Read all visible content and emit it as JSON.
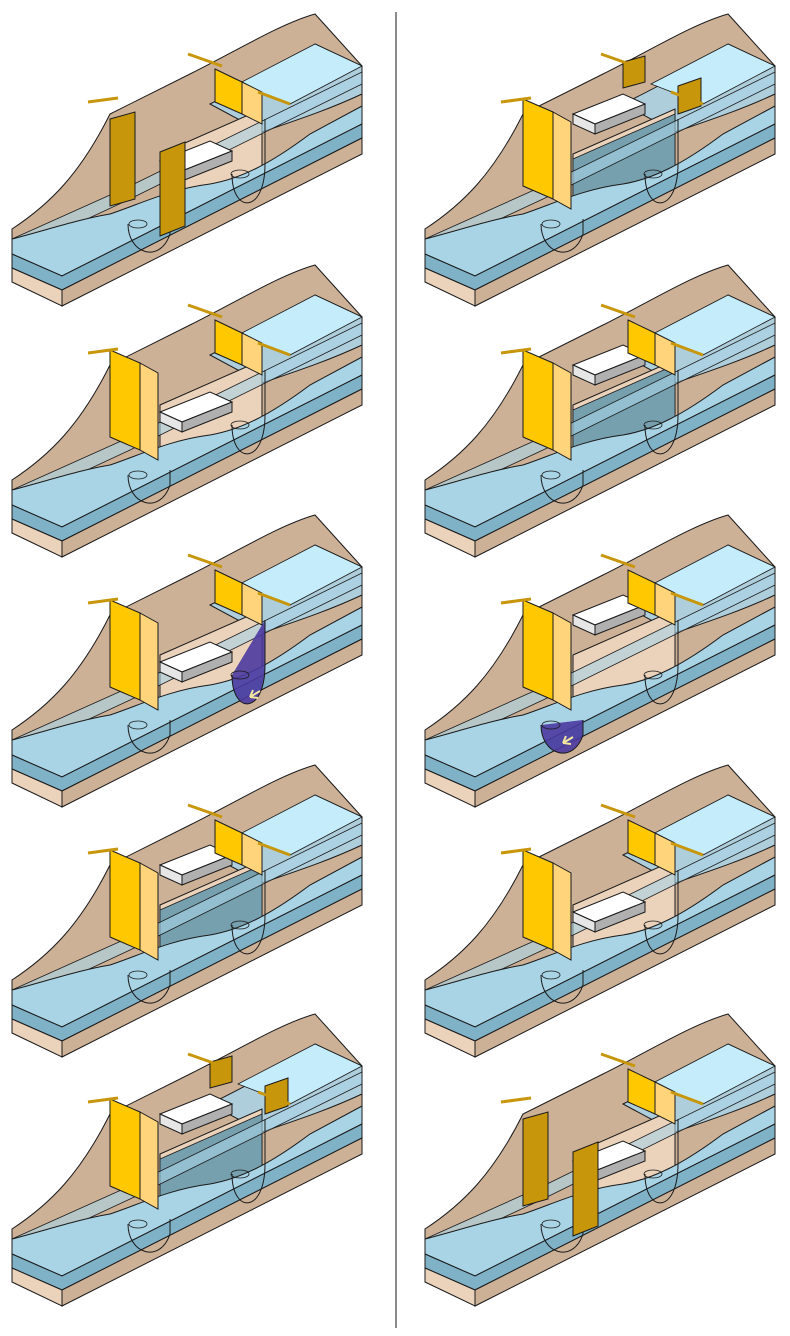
{
  "diagram": {
    "type": "lock-operation-sequence",
    "columns": 2,
    "panels_per_column": 5,
    "colors": {
      "earth": "#cdb197",
      "earth_front": "#ebd2bb",
      "water": "#a9d4e6",
      "water_top": "#c5ecfb",
      "chamber_water": "#6a9aae",
      "gate_front": "#ffc800",
      "gate_side": "#ffd47a",
      "gate_dark": "#c8960a",
      "boat": "#ffffff",
      "boat_side": "#b0b0b0",
      "valve_flow": "#4b3aa0",
      "outline": "#1a1a1a"
    },
    "panels": [
      {
        "id": "L1",
        "boat_level": "low",
        "chamber_level": "low",
        "lower_gate": "open",
        "upper_gate": "closed",
        "flow": "none"
      },
      {
        "id": "L2",
        "boat_level": "low",
        "chamber_level": "low",
        "lower_gate": "closed",
        "upper_gate": "closed",
        "flow": "none"
      },
      {
        "id": "L3",
        "boat_level": "low",
        "chamber_level": "filling",
        "lower_gate": "closed",
        "upper_gate": "closed",
        "flow": "upper-valve"
      },
      {
        "id": "L4",
        "boat_level": "high",
        "chamber_level": "high",
        "lower_gate": "closed",
        "upper_gate": "closed",
        "flow": "none"
      },
      {
        "id": "L5",
        "boat_level": "high",
        "chamber_level": "high",
        "lower_gate": "closed",
        "upper_gate": "open",
        "flow": "none"
      },
      {
        "id": "R1",
        "boat_level": "high",
        "chamber_level": "high",
        "lower_gate": "closed",
        "upper_gate": "open",
        "flow": "none"
      },
      {
        "id": "R2",
        "boat_level": "high",
        "chamber_level": "high",
        "lower_gate": "closed",
        "upper_gate": "closed",
        "flow": "none"
      },
      {
        "id": "R3",
        "boat_level": "high",
        "chamber_level": "draining",
        "lower_gate": "closed",
        "upper_gate": "closed",
        "flow": "lower-valve"
      },
      {
        "id": "R4",
        "boat_level": "low",
        "chamber_level": "low",
        "lower_gate": "closed",
        "upper_gate": "closed",
        "flow": "none"
      },
      {
        "id": "R5",
        "boat_level": "low",
        "chamber_level": "low",
        "lower_gate": "open",
        "upper_gate": "closed",
        "flow": "none"
      }
    ]
  }
}
